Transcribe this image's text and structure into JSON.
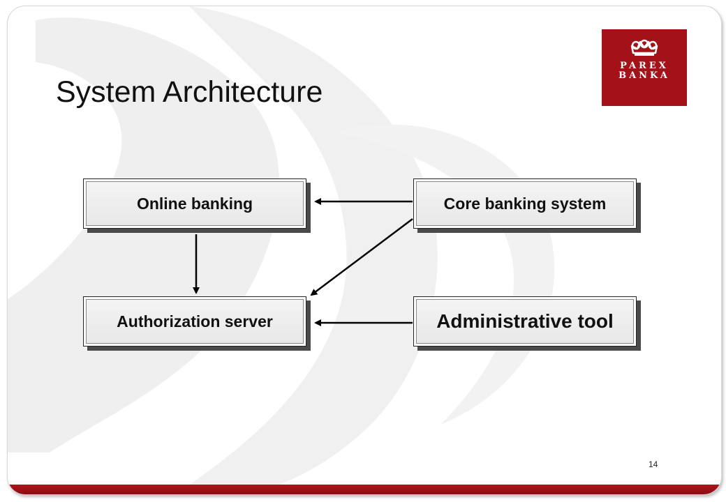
{
  "slide": {
    "title": "System Architecture",
    "page_number": "14"
  },
  "logo": {
    "line1": "PAREX",
    "line2": "BANKA"
  },
  "diagram": {
    "nodes": [
      {
        "id": "online_banking",
        "label": "Online banking"
      },
      {
        "id": "core_banking_system",
        "label": "Core banking system"
      },
      {
        "id": "authorization_server",
        "label": "Authorization server"
      },
      {
        "id": "administrative_tool",
        "label": "Administrative tool"
      }
    ],
    "edges": [
      {
        "from": "core_banking_system",
        "to": "online_banking"
      },
      {
        "from": "online_banking",
        "to": "authorization_server"
      },
      {
        "from": "core_banking_system",
        "to": "authorization_server"
      },
      {
        "from": "administrative_tool",
        "to": "authorization_server"
      }
    ]
  },
  "colors": {
    "brand": "#a31218",
    "bottom_bar": "#9e1017",
    "watermark": "#ececec"
  }
}
